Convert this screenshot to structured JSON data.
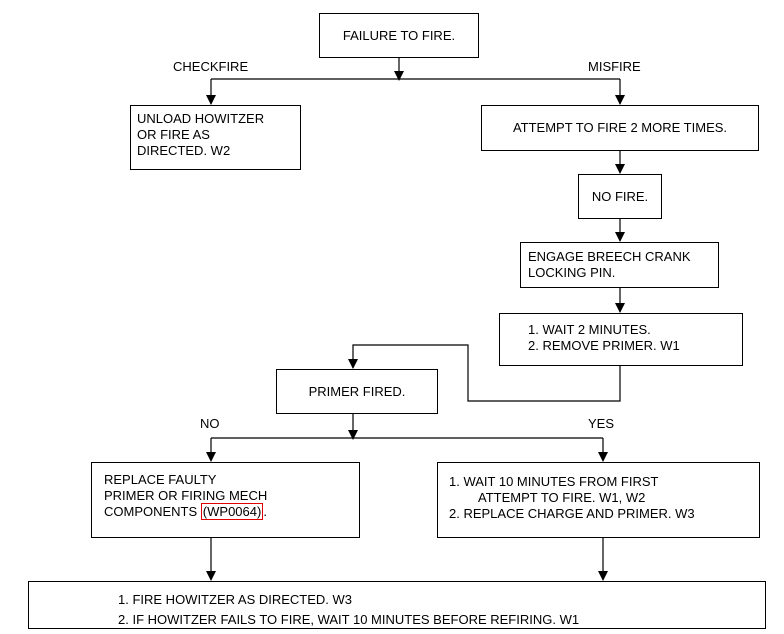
{
  "nodes": {
    "failure": "FAILURE TO FIRE.",
    "unload": [
      "UNLOAD HOWITZER",
      "OR FIRE AS",
      "DIRECTED. W2"
    ],
    "attempt": "ATTEMPT TO FIRE 2 MORE TIMES.",
    "nofire": "NO FIRE.",
    "engage": [
      "ENGAGE BREECH CRANK",
      "LOCKING PIN."
    ],
    "wait2": [
      "1.  WAIT 2 MINUTES.",
      "2.  REMOVE PRIMER. W1"
    ],
    "primer": "PRIMER FIRED.",
    "replace": {
      "lines": [
        "REPLACE FAULTY",
        "PRIMER OR FIRING MECH"
      ],
      "last_prefix": "COMPONENTS ",
      "link": "(WP0064)",
      "last_suffix": "."
    },
    "wait10": [
      "1.  WAIT 10 MINUTES FROM FIRST",
      "ATTEMPT TO FIRE. W1, W2",
      "2.  REPLACE CHARGE AND PRIMER. W3"
    ],
    "final": [
      "1. FIRE HOWITZER AS DIRECTED. W3",
      "2. IF HOWITZER FAILS TO FIRE, WAIT 10 MINUTES BEFORE REFIRING. W1"
    ]
  },
  "labels": {
    "checkfire": "CHECKFIRE",
    "misfire": "MISFIRE",
    "no": "NO",
    "yes": "YES"
  }
}
